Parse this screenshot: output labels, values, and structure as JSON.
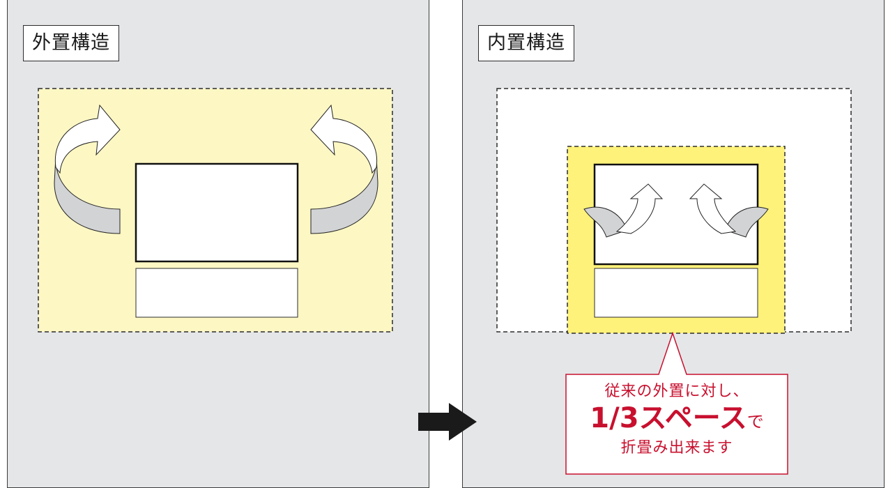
{
  "left_panel": {
    "title": "外置構造"
  },
  "right_panel": {
    "title": "内置構造"
  },
  "callout": {
    "line1": "従来の外置に対し、",
    "highlight": "1/3スペース",
    "highlight_suffix": "で",
    "line3": "折畳み出来ます"
  },
  "colors": {
    "panel_bg": "#e5e6e8",
    "left_area_fill": "#fdf7c4",
    "right_area_fill": "#fff27a",
    "arrow_fill": "#d2d3d5",
    "callout_text": "#c8102e",
    "callout_border": "#c8102e",
    "transition_arrow": "#1a1a1a"
  },
  "icons": [
    "curved-arrow-left-icon",
    "curved-arrow-right-icon",
    "transition-arrow-icon"
  ]
}
